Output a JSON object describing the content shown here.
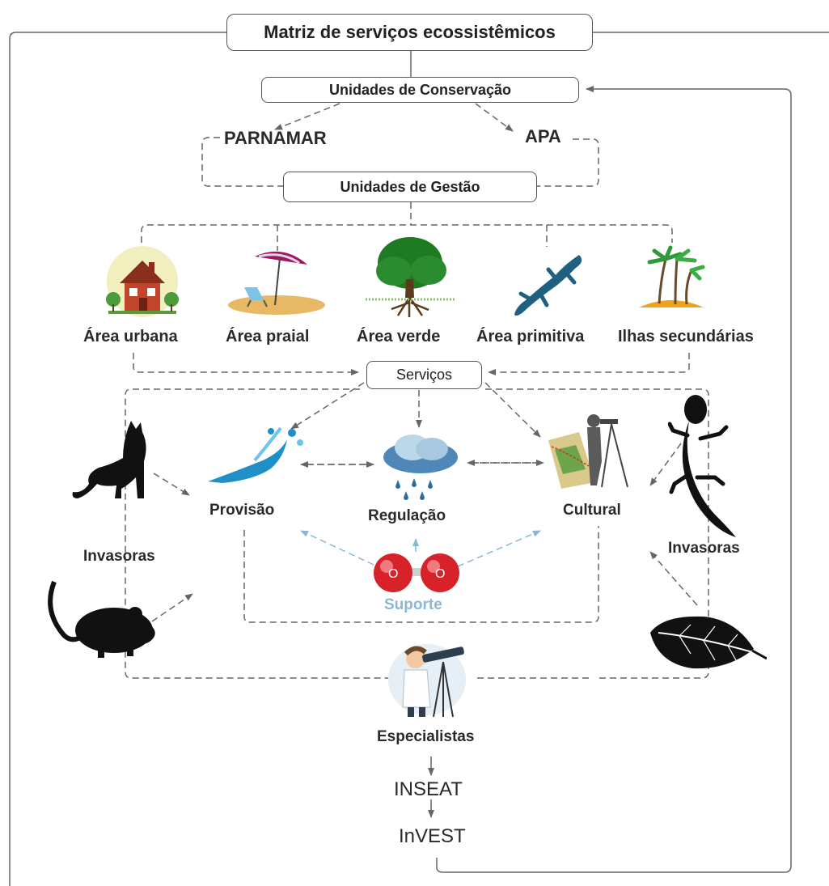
{
  "title": "Matriz de serviços ecossistêmicos",
  "conservation": {
    "title": "Unidades de Conservação",
    "units": [
      "PARNAMAR",
      "APA"
    ]
  },
  "management": {
    "title": "Unidades de Gestão",
    "areas": [
      "Área urbana",
      "Área praial",
      "Área verde",
      "Área primitiva",
      "Ilhas secundárias"
    ]
  },
  "services": {
    "title": "Serviços",
    "types": [
      "Provisão",
      "Regulação",
      "Cultural"
    ],
    "support": "Suporte"
  },
  "invasive": {
    "left": "Invasoras",
    "right": "Invasoras"
  },
  "experts": "Especialistas",
  "tools": [
    "INSEAT",
    "InVEST"
  ],
  "colors": {
    "support": "#8ab7d6",
    "lines": "#666666"
  },
  "icons": [
    "house-icon",
    "beach-umbrella-icon",
    "tree-icon",
    "salamander-icon",
    "palm-island-icon",
    "cat-icon",
    "mouse-icon",
    "water-splash-icon",
    "rain-cloud-icon",
    "surveyor-map-icon",
    "gecko-icon",
    "leaf-icon",
    "oxygen-molecule-icon",
    "scientist-telescope-icon"
  ]
}
